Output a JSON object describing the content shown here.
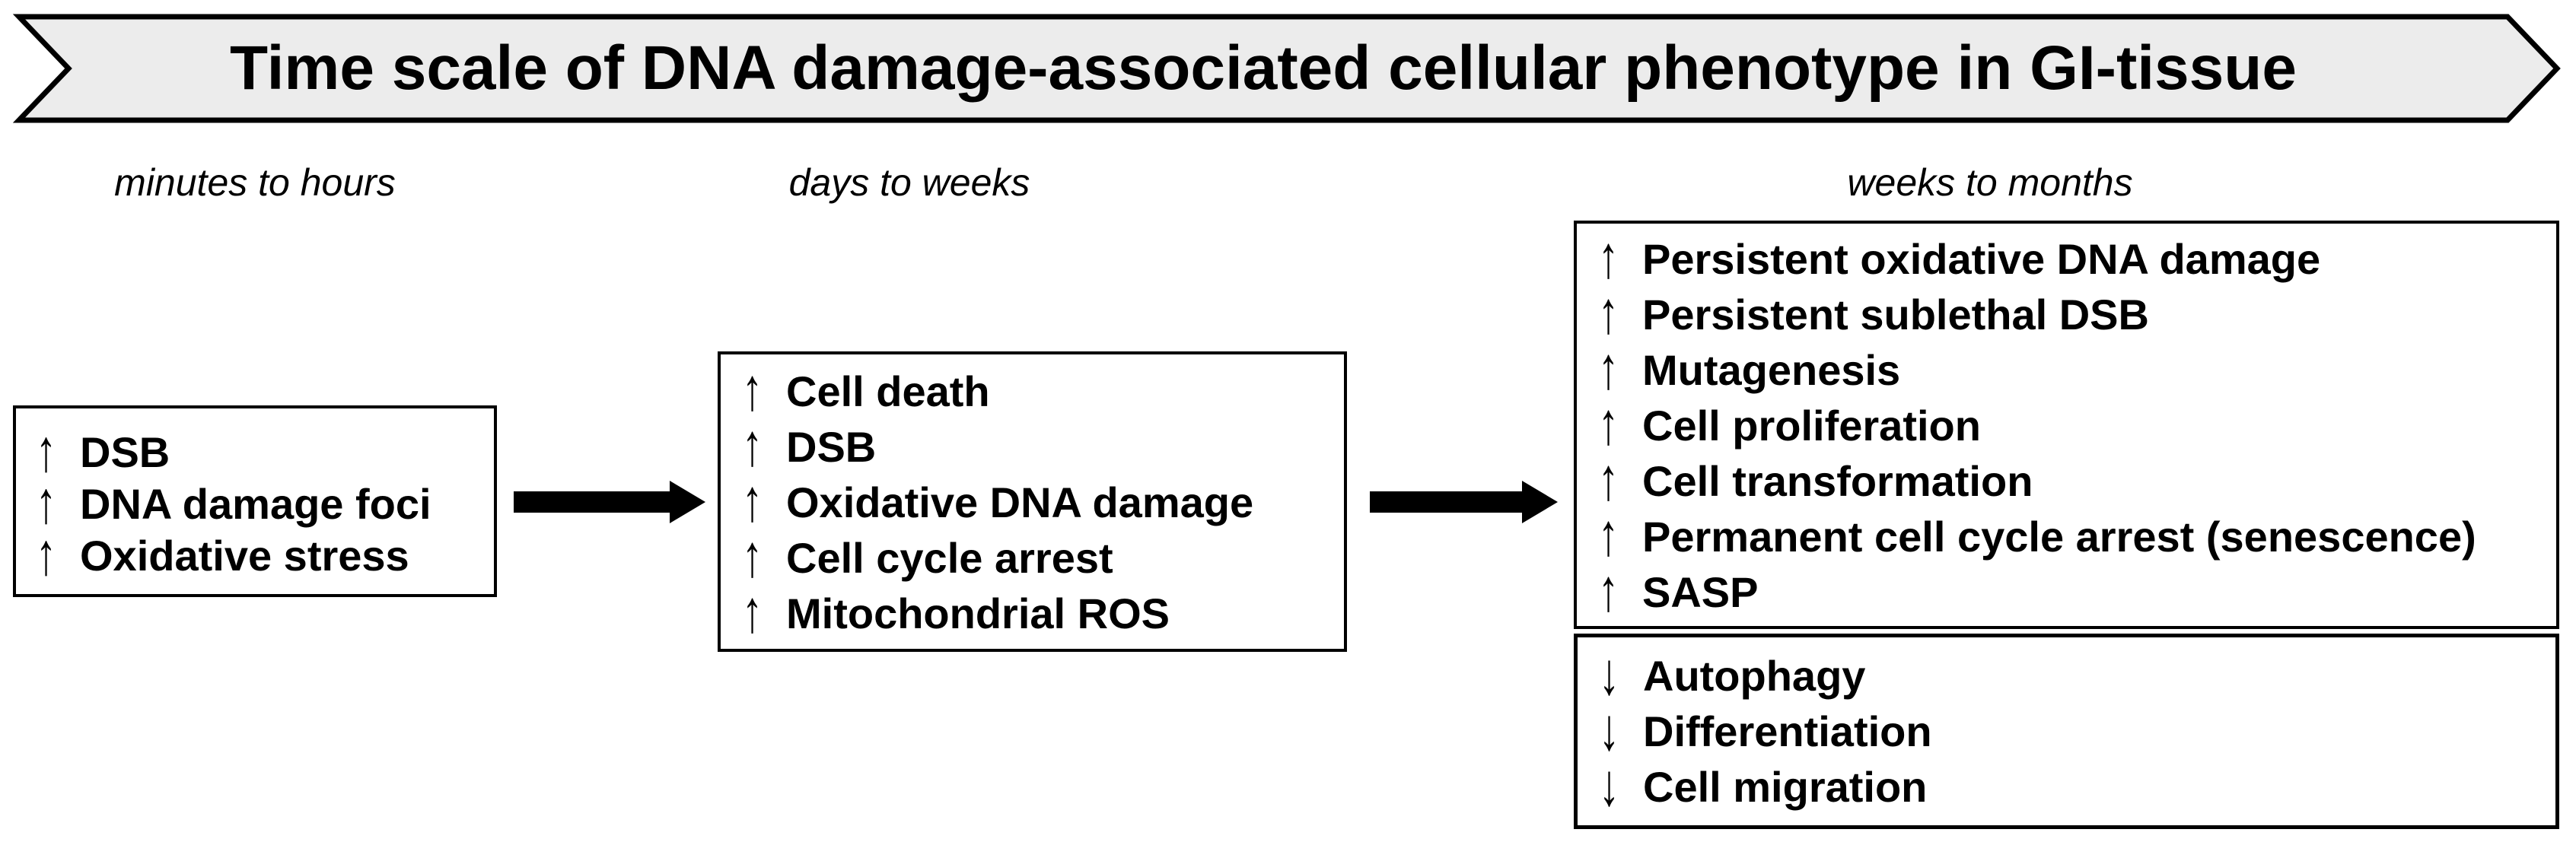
{
  "colors": {
    "background": "#ffffff",
    "banner_fill": "#ececec",
    "line": "#000000",
    "text": "#000000"
  },
  "banner": {
    "title": "Time scale of DNA damage-associated cellular phenotype in GI-tissue"
  },
  "timeline_labels": [
    {
      "label": "minutes to hours"
    },
    {
      "label": "days to weeks"
    },
    {
      "label": "weeks to months"
    }
  ],
  "boxes": [
    {
      "id": "early-phenotypes",
      "items": [
        {
          "glyph": "↑",
          "direction": "increase",
          "text": "DSB"
        },
        {
          "glyph": "↑",
          "direction": "increase",
          "text": "DNA damage foci"
        },
        {
          "glyph": "↑",
          "direction": "increase",
          "text": "Oxidative stress"
        }
      ]
    },
    {
      "id": "mid-phenotypes",
      "items": [
        {
          "glyph": "↑",
          "direction": "increase",
          "text": "Cell death"
        },
        {
          "glyph": "↑",
          "direction": "increase",
          "text": "DSB"
        },
        {
          "glyph": "↑",
          "direction": "increase",
          "text": "Oxidative DNA damage"
        },
        {
          "glyph": "↑",
          "direction": "increase",
          "text": "Cell cycle arrest"
        },
        {
          "glyph": "↑",
          "direction": "increase",
          "text": "Mitochondrial ROS"
        }
      ]
    },
    {
      "id": "late-phenotypes-increased",
      "items": [
        {
          "glyph": "↑",
          "direction": "increase",
          "text": "Persistent oxidative DNA damage"
        },
        {
          "glyph": "↑",
          "direction": "increase",
          "text": "Persistent sublethal DSB"
        },
        {
          "glyph": "↑",
          "direction": "increase",
          "text": "Mutagenesis"
        },
        {
          "glyph": "↑",
          "direction": "increase",
          "text": "Cell proliferation"
        },
        {
          "glyph": "↑",
          "direction": "increase",
          "text": "Cell transformation"
        },
        {
          "glyph": "↑",
          "direction": "increase",
          "text": "Permanent cell cycle arrest (senescence)"
        },
        {
          "glyph": "↑",
          "direction": "increase",
          "text": "SASP"
        }
      ]
    },
    {
      "id": "late-phenotypes-decreased",
      "items": [
        {
          "glyph": "↓",
          "direction": "decrease",
          "text": "Autophagy"
        },
        {
          "glyph": "↓",
          "direction": "decrease",
          "text": "Differentiation"
        },
        {
          "glyph": "↓",
          "direction": "decrease",
          "text": "Cell migration"
        }
      ]
    }
  ],
  "connectors": [
    {
      "name": "arrow-early-to-mid"
    },
    {
      "name": "arrow-mid-to-late"
    }
  ]
}
